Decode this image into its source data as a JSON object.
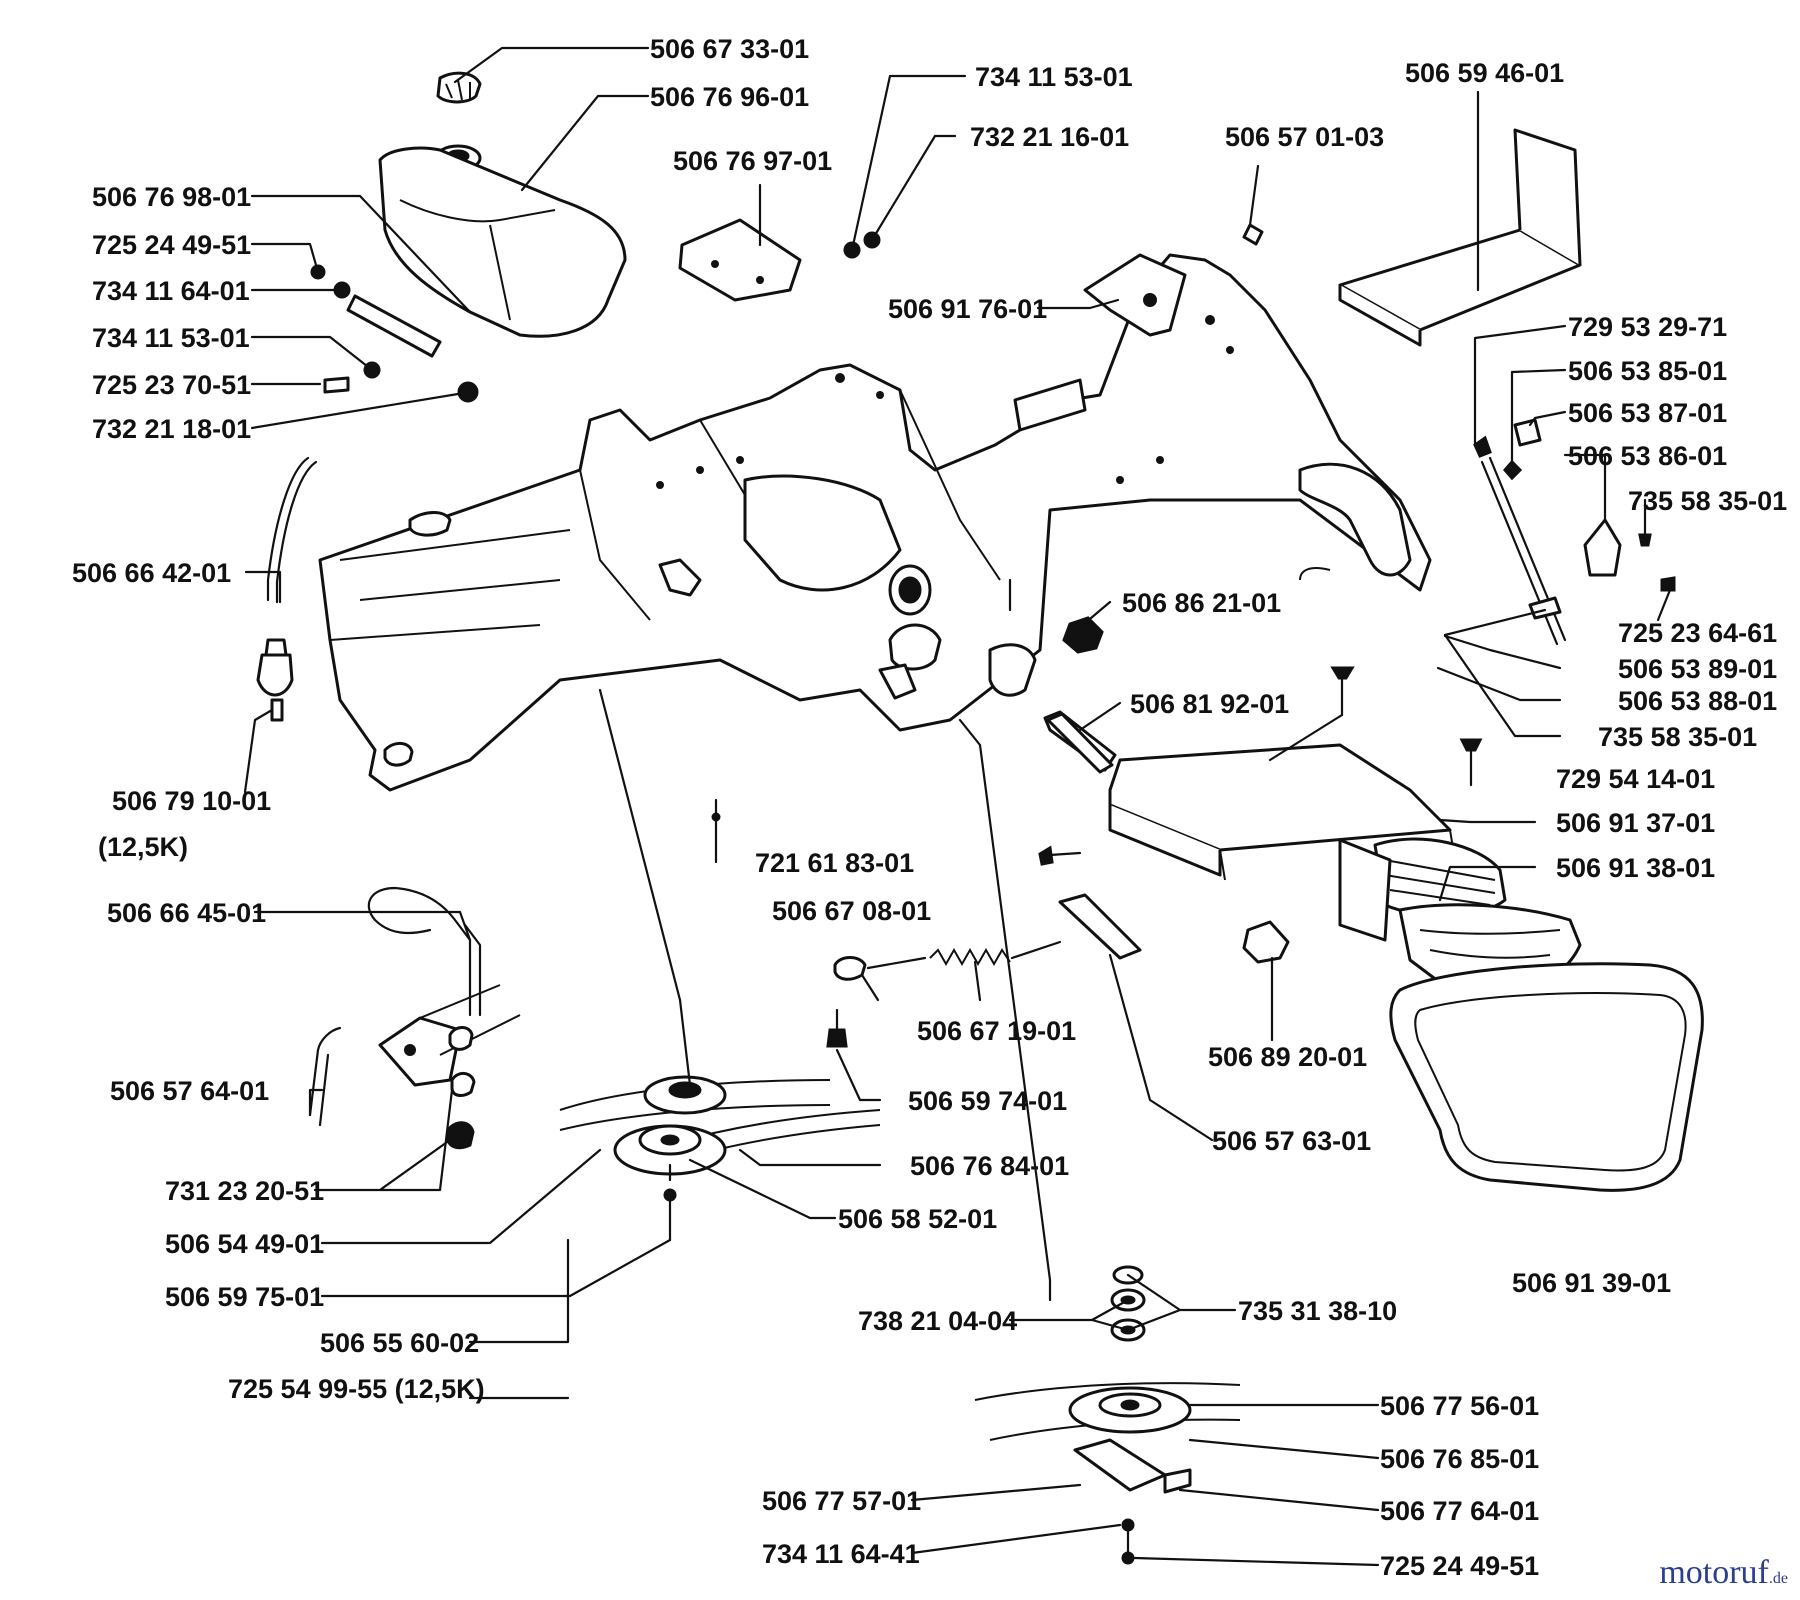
{
  "parts": [
    {
      "id": "p01",
      "label": "506 67 33-01"
    },
    {
      "id": "p02",
      "label": "506 76 96-01"
    },
    {
      "id": "p03",
      "label": "506 76 98-01"
    },
    {
      "id": "p04",
      "label": "725 24 49-51"
    },
    {
      "id": "p05",
      "label": "734 11 64-01"
    },
    {
      "id": "p06",
      "label": "734 11 53-01"
    },
    {
      "id": "p07",
      "label": "725 23 70-51"
    },
    {
      "id": "p08",
      "label": "732 21 18-01"
    },
    {
      "id": "p09",
      "label": "506 76 97-01"
    },
    {
      "id": "p10",
      "label": "734 11 53-01"
    },
    {
      "id": "p11",
      "label": "732 21 16-01"
    },
    {
      "id": "p12",
      "label": "506 57 01-03"
    },
    {
      "id": "p13",
      "label": "506 59 46-01"
    },
    {
      "id": "p14",
      "label": "506 91 76-01"
    },
    {
      "id": "p15",
      "label": "729 53 29-71"
    },
    {
      "id": "p16",
      "label": "506 53 85-01"
    },
    {
      "id": "p17",
      "label": "506 53 87-01"
    },
    {
      "id": "p18",
      "label": "506 53 86-01"
    },
    {
      "id": "p19",
      "label": "735 58 35-01"
    },
    {
      "id": "p20",
      "label": "725 23 64-61"
    },
    {
      "id": "p21",
      "label": "506 53 89-01"
    },
    {
      "id": "p22",
      "label": "506 53 88-01"
    },
    {
      "id": "p23",
      "label": "735 58 35-01"
    },
    {
      "id": "p24",
      "label": "506 66 42-01"
    },
    {
      "id": "p25",
      "label": "506 86 21-01"
    },
    {
      "id": "p26",
      "label": "506 81 92-01"
    },
    {
      "id": "p27",
      "label": "506 79 10-01"
    },
    {
      "id": "p28",
      "label": "(12,5K)"
    },
    {
      "id": "p29",
      "label": "729 54 14-01"
    },
    {
      "id": "p30",
      "label": "506 91 37-01"
    },
    {
      "id": "p31",
      "label": "506 91 38-01"
    },
    {
      "id": "p32",
      "label": "721 61 83-01"
    },
    {
      "id": "p33",
      "label": "506 66 45-01"
    },
    {
      "id": "p34",
      "label": "506 67 08-01"
    },
    {
      "id": "p35",
      "label": "506 67 19-01"
    },
    {
      "id": "p36",
      "label": "506 89 20-01"
    },
    {
      "id": "p37",
      "label": "506 57 64-01"
    },
    {
      "id": "p38",
      "label": "506 59 74-01"
    },
    {
      "id": "p39",
      "label": "506 57 63-01"
    },
    {
      "id": "p40",
      "label": "506 76 84-01"
    },
    {
      "id": "p41",
      "label": "731 23 20-51"
    },
    {
      "id": "p42",
      "label": "506 58 52-01"
    },
    {
      "id": "p43",
      "label": "506 54 49-01"
    },
    {
      "id": "p44",
      "label": "506 91 39-01"
    },
    {
      "id": "p45",
      "label": "506 59 75-01"
    },
    {
      "id": "p46",
      "label": "738 21 04-04"
    },
    {
      "id": "p47",
      "label": "735 31 38-10"
    },
    {
      "id": "p48",
      "label": "506 55 60-02"
    },
    {
      "id": "p49",
      "label": "725 54 99-55 (12,5K)"
    },
    {
      "id": "p50",
      "label": "506 77 56-01"
    },
    {
      "id": "p51",
      "label": "506 76 85-01"
    },
    {
      "id": "p52",
      "label": "506 77 57-01"
    },
    {
      "id": "p53",
      "label": "506 77 64-01"
    },
    {
      "id": "p54",
      "label": "734 11 64-41"
    },
    {
      "id": "p55",
      "label": "725 24 49-51"
    }
  ],
  "watermark": {
    "brand": "motoruf",
    "tld": ".de"
  }
}
